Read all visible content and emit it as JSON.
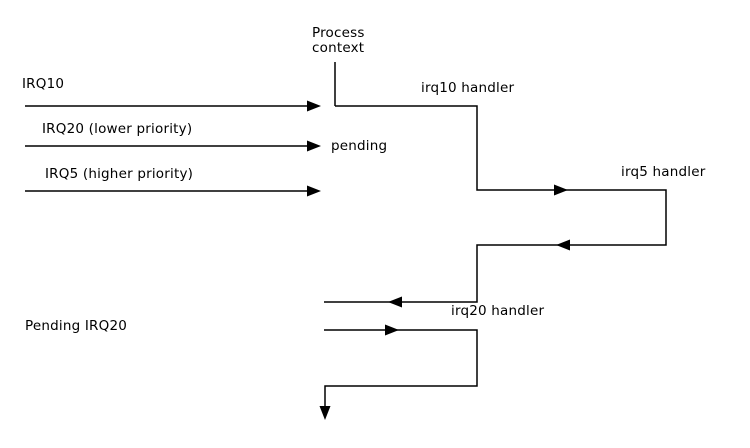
{
  "diagram": {
    "background_color": "#ffffff",
    "line_color": "#000000",
    "labels": {
      "process_context": {
        "line1": "Process",
        "line2": "context"
      },
      "irq10": "IRQ10",
      "irq20": "IRQ20 (lower priority)",
      "irq5": "IRQ5 (higher priority)",
      "pending": "pending",
      "irq10_handler": "irq10 handler",
      "irq5_handler": "irq5 handler",
      "irq20_handler": "irq20 handler",
      "pending_irq20": "Pending IRQ20"
    }
  }
}
